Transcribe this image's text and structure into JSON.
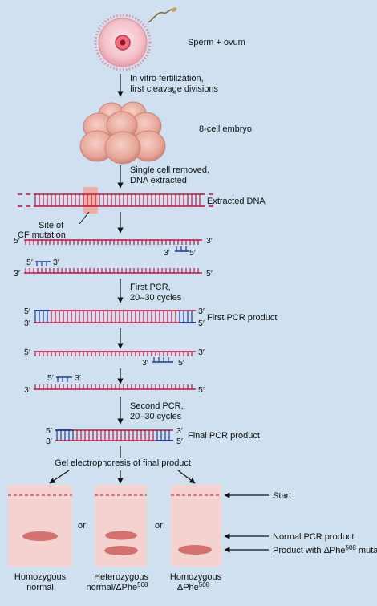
{
  "labels": {
    "sperm_ovum": "Sperm + ovum",
    "ivf_line1": "In vitro fertilization,",
    "ivf_line2": "first cleavage divisions",
    "embryo": "8-cell embryo",
    "removed_line1": "Single cell removed,",
    "removed_line2": "DNA extracted",
    "extracted_dna": "Extracted DNA",
    "site_line1": "Site of",
    "site_line2": "CF mutation",
    "first_pcr_line1": "First PCR,",
    "first_pcr_line2": "20–30 cycles",
    "first_product": "First PCR product",
    "second_pcr_line1": "Second PCR,",
    "second_pcr_line2": "20–30 cycles",
    "final_product": "Final PCR product",
    "gel_title": "Gel electrophoresis of final product",
    "or": "or",
    "start": "Start",
    "normal_product": "Normal PCR product",
    "mutation_product_prefix": "Product with ",
    "delta_phe": "ΔPhe",
    "sup508": "508",
    "mutation_product_suffix": " mutation",
    "lane1_line1": "Homozygous",
    "lane1_line2": "normal",
    "lane2_line1": "Heterozygous",
    "lane2_line2": "normal/ΔPhe",
    "lane3_line1": "Homozygous",
    "lane3_line2": "ΔPhe"
  },
  "ends": {
    "five": "5′",
    "three": "3′"
  },
  "colors": {
    "background": "#cfe0f0",
    "dna_strand": "#c0143c",
    "primer": "#1f3a93",
    "cell": "#f1bfc6",
    "embryo": "#eab0a6",
    "gel_panel": "#f3d2cf",
    "band": "#d4716e",
    "mutation_site": "#f1a796"
  }
}
